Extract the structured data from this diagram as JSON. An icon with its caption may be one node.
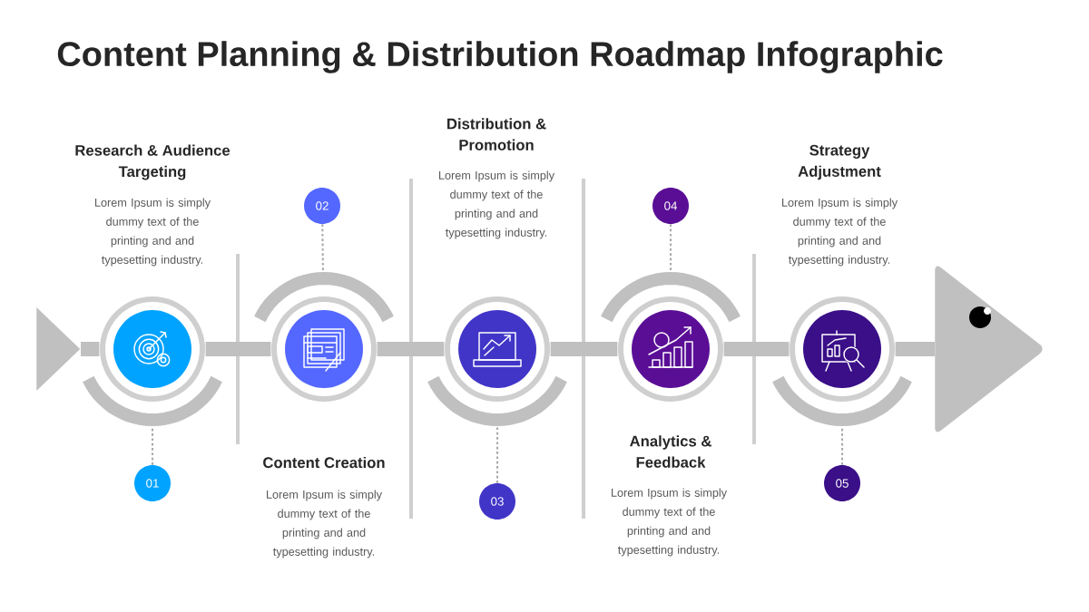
{
  "diagram": {
    "title": "Content Planning & Distribution Roadmap Infographic",
    "nodes": [
      {
        "text": [
          "01"
        ]
      },
      {
        "text": [
          "02"
        ]
      },
      {
        "text": [
          "03"
        ]
      },
      {
        "text": [
          "04"
        ]
      },
      {
        "text": [
          "05"
        ]
      },
      {
        "text": [],
        "shape": "circle"
      },
      {
        "text": [],
        "shape": "circle"
      },
      {
        "text": [],
        "shape": "circle"
      },
      {
        "text": [],
        "shape": "circle"
      },
      {
        "text": [],
        "shape": "circle"
      },
      {
        "text": [],
        "shape": "triangle"
      },
      {
        "text": [],
        "shape": "triangle"
      }
    ],
    "edges": [
      {
        "from": 0,
        "to": 5,
        "arrow": "none",
        "style": "dashed"
      },
      {
        "from": 1,
        "to": 6,
        "arrow": "none",
        "style": "dashed"
      },
      {
        "from": 2,
        "to": 7,
        "arrow": "none",
        "style": "dashed"
      },
      {
        "from": 3,
        "to": 8,
        "arrow": "none",
        "style": "dashed"
      },
      {
        "from": 4,
        "to": 9,
        "arrow": "none",
        "style": "dashed"
      },
      {
        "from": 10,
        "to": 5,
        "arrow": "none"
      },
      {
        "from": 5,
        "to": 6,
        "arrow": "none"
      },
      {
        "from": 6,
        "to": 7,
        "arrow": "none"
      },
      {
        "from": 7,
        "to": 8,
        "arrow": "none"
      },
      {
        "from": 8,
        "to": 9,
        "arrow": "none"
      },
      {
        "from": 9,
        "to": 11,
        "arrow": "none"
      }
    ],
    "labels": [
      "Research & Audience Targeting",
      "Lorem Ipsum is simply dummy text of the printing and and typesetting industry.",
      "Content Creation",
      "Lorem Ipsum is simply dummy text of the printing and and typesetting industry.",
      "Distribution & Promotion",
      "Lorem Ipsum is simply dummy text of the printing and and typesetting industry.",
      "Analytics & Feedback",
      "Lorem Ipsum is simply dummy text of the printing and and typesetting industry.",
      "Strategy Adjustment",
      "Lorem Ipsum is simply dummy text of the printing and and typesetting industry."
    ]
  }
}
